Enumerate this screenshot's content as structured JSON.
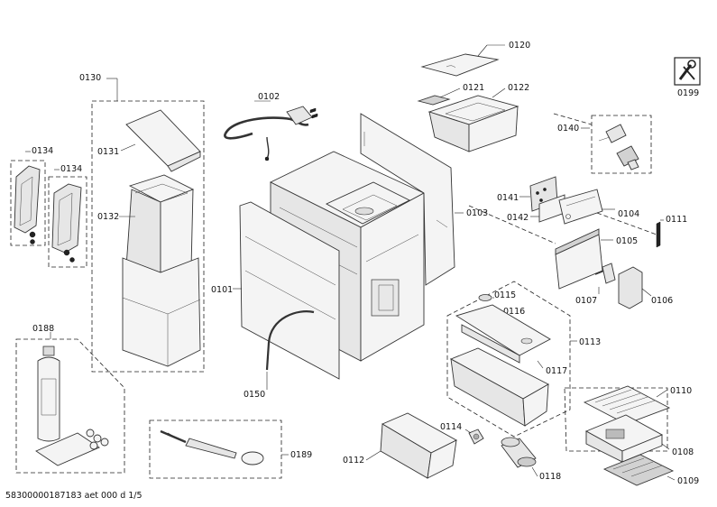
{
  "labels": {
    "l0120": "0120",
    "l0121": "0121",
    "l0122": "0122",
    "l0130": "0130",
    "l0102": "0102",
    "l0199": "0199",
    "l0134a": "0134",
    "l0134b": "0134",
    "l0131": "0131",
    "l0132": "0132",
    "l0140": "0140",
    "l0141": "0141",
    "l0142": "0142",
    "l0104": "0104",
    "l0111": "0111",
    "l0103": "0103",
    "l0105": "0105",
    "l0101": "0101",
    "l0107": "0107",
    "l0106": "0106",
    "l0115": "0115",
    "l0116": "0116",
    "l0113": "0113",
    "l0188": "0188",
    "l0117": "0117",
    "l0150": "0150",
    "l0110": "0110",
    "l0114": "0114",
    "l0189": "0189",
    "l0112": "0112",
    "l0108": "0108",
    "l0118": "0118",
    "l0109": "0109"
  },
  "footer": {
    "doc_code": "58300000187183 aet 000 d 1/5"
  },
  "icons": {
    "service": "wrench-screwdriver-icon"
  }
}
